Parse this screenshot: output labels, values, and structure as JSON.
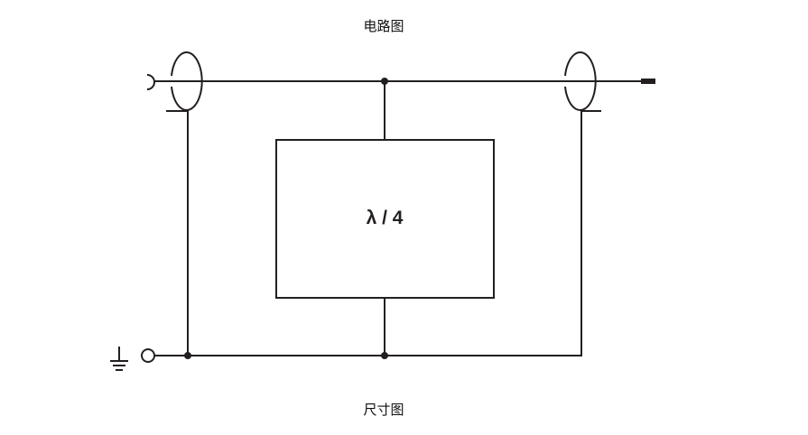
{
  "diagram": {
    "title": "电路图",
    "footer_label": "尺寸图",
    "block_label": "λ / 4",
    "line_color": "#231f20",
    "background": "#ffffff",
    "components": {
      "input_connector": "cup-terminal",
      "left_coil": "toroid-coil",
      "right_coil": "toroid-coil",
      "output_terminal": "filled-rect-terminal",
      "quarter_wave_block": "λ / 4",
      "ground": "ground-symbol",
      "ground_terminal": "open-circle-terminal",
      "junctions": [
        "top-center",
        "bottom-left",
        "bottom-center"
      ]
    }
  }
}
